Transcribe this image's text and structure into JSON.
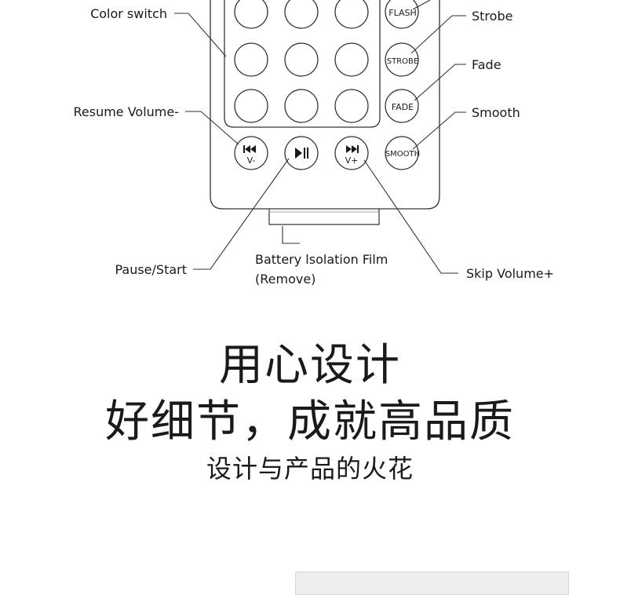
{
  "labels": {
    "color_switch": "Color switch",
    "strobe": "Strobe",
    "fade": "Fade",
    "smooth": "Smooth",
    "resume_volume": "Resume Volume-",
    "pause_start": "Pause/Start",
    "battery_line1": "Battery lsolation Film",
    "battery_line2": "(Remove)",
    "skip_volume": "Skip Volume+"
  },
  "buttons": {
    "flash": "FLASH",
    "strobe": "STROBE",
    "fade": "FADE",
    "smooth": "SMOOTH",
    "prev_sub": "V-",
    "next_sub": "V+"
  },
  "icons": {
    "prev": "skip-previous-icon",
    "play_pause": "play-pause-icon",
    "next": "skip-next-icon"
  },
  "headline": {
    "line1": "用心设计",
    "line2": "好细节，成就高品质",
    "tagline": "设计与产品的火花"
  }
}
